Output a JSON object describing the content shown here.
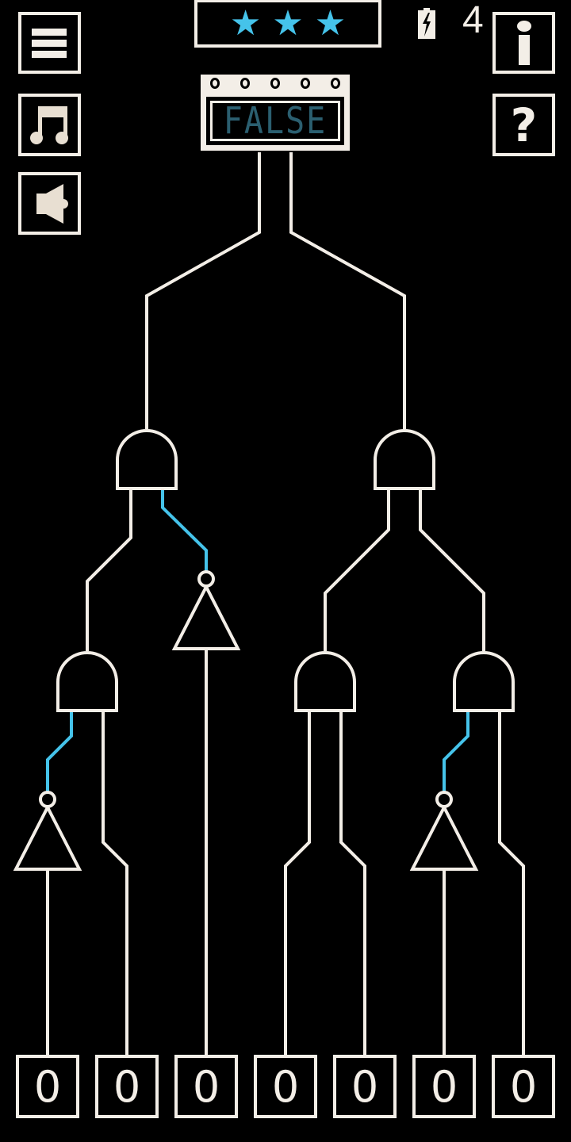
{
  "header": {
    "stars": [
      "★",
      "★",
      "★"
    ],
    "star_color": "#45c3ea",
    "hint_count": "4",
    "battery_icon": "battery-charging-icon"
  },
  "buttons": {
    "menu": "menu-icon",
    "music": "music-icon",
    "sound": "speaker-icon",
    "info": "info-icon",
    "help": "help-icon"
  },
  "output_display": {
    "value": "FALSE",
    "lcd_color": "#2b5f70"
  },
  "colors": {
    "wire": "#f3eee7",
    "active_wire": "#45c3ea",
    "background": "#000000"
  },
  "gates": [
    {
      "type": "AND",
      "id": "and-root-left"
    },
    {
      "type": "AND",
      "id": "and-root-right"
    },
    {
      "type": "AND",
      "id": "and-left-lower"
    },
    {
      "type": "NOT",
      "id": "not-mid"
    },
    {
      "type": "AND",
      "id": "and-right-lower-1"
    },
    {
      "type": "AND",
      "id": "and-right-lower-2"
    },
    {
      "type": "NOT",
      "id": "not-left"
    },
    {
      "type": "NOT",
      "id": "not-right"
    }
  ],
  "inputs": [
    "0",
    "0",
    "0",
    "0",
    "0",
    "0",
    "0"
  ]
}
